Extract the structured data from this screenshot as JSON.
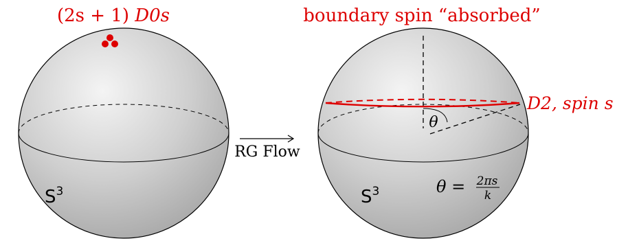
{
  "left_sphere": {
    "caption_prefix": "(2s + 1)",
    "caption_suffix": "D0s",
    "space_label": "S",
    "space_sup": "3"
  },
  "arrow": {
    "label": "RG Flow"
  },
  "right_sphere": {
    "caption": "boundary spin “absorbed”",
    "brane_label": "D2, spin",
    "brane_spin": "s",
    "angle_label": "θ",
    "space_label": "S",
    "space_sup": "3",
    "formula_lhs": "θ =",
    "formula_num": "2πs",
    "formula_den": "k"
  },
  "colors": {
    "accent": "#dd0000",
    "sphere_light": "#f3f3f3",
    "sphere_dark": "#a9a9a9"
  }
}
